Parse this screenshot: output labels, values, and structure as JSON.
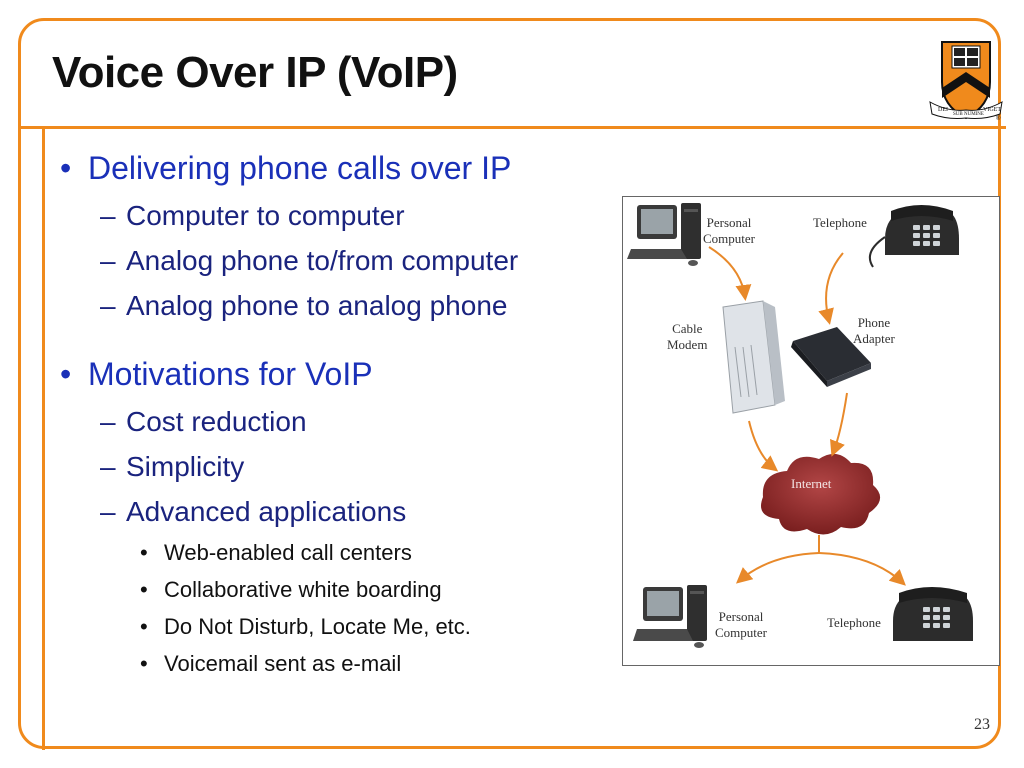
{
  "slide": {
    "title": "Voice Over IP (VoIP)",
    "page_number": "23",
    "accent_color": "#f08a1c",
    "bullet_color": "#1a30b8"
  },
  "bullets": {
    "delivering": {
      "text": "Delivering phone calls over IP",
      "subs": [
        "Computer to computer",
        "Analog phone to/from computer",
        "Analog phone to analog phone"
      ]
    },
    "motivations": {
      "text": "Motivations for VoIP",
      "subs": [
        "Cost reduction",
        "Simplicity",
        "Advanced applications"
      ],
      "subsubs": [
        "Web-enabled call centers",
        "Collaborative white boarding",
        "Do Not Disturb, Locate Me, etc.",
        "Voicemail sent as e-mail"
      ]
    }
  },
  "markers": {
    "level1": "•",
    "level2": "–",
    "level3": "•"
  },
  "diagram": {
    "pc_top": [
      "Personal",
      "Computer"
    ],
    "telephone_top": "Telephone",
    "cable_modem": [
      "Cable",
      "Modem"
    ],
    "phone_adapter": [
      "Phone",
      "Adapter"
    ],
    "internet": "Internet",
    "pc_bottom": [
      "Personal",
      "Computer"
    ],
    "telephone_bottom": "Telephone"
  },
  "logo": {
    "ribbon_left": "DEI",
    "ribbon_mid": "SUB NUMINE",
    "ribbon_right": "VIGET",
    "registered": "®"
  }
}
